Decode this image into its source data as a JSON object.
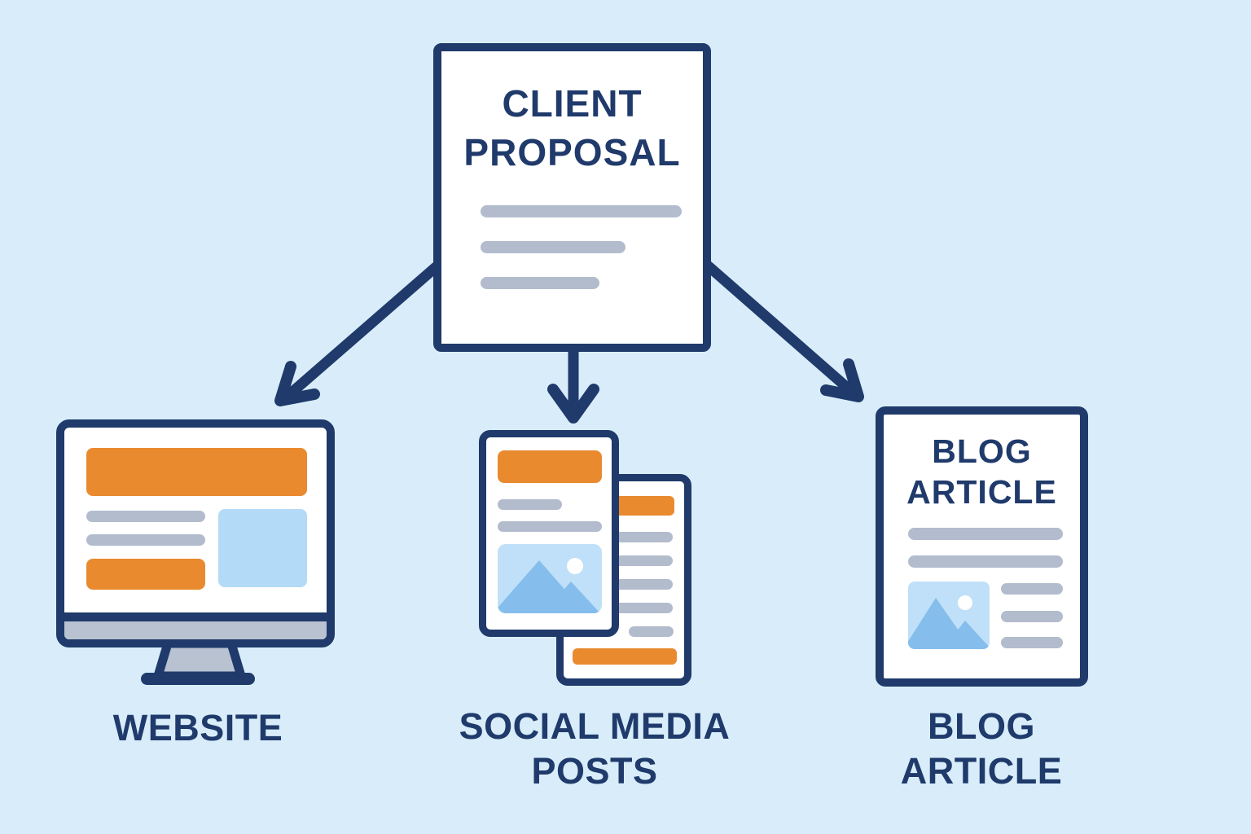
{
  "colors": {
    "bg": "#d8edf9",
    "navy": "#1f3a6b",
    "orange": "#e98a2f",
    "lineGray": "#b2bccd",
    "steel": "#b9c2d1",
    "blockBlue": "#b3daf6",
    "imageBlue": "#bfe0f8",
    "mountainBlue": "#85bdec",
    "white": "#ffffff"
  },
  "root_card": {
    "id": "client-proposal",
    "title_lines": [
      "CLIENT",
      "PROPOSAL"
    ]
  },
  "nodes": [
    {
      "id": "website",
      "label_lines": [
        "WEBSITE"
      ],
      "icon": "desktop-monitor-icon"
    },
    {
      "id": "social-media-posts",
      "label_lines": [
        "SOCIAL MEDIA",
        "POSTS"
      ],
      "icon": "stacked-post-cards-icon"
    },
    {
      "id": "blog-article",
      "label_lines": [
        "BLOG",
        "ARTICLE"
      ],
      "document_title_lines": [
        "BLOG",
        "ARTICLE"
      ],
      "icon": "blog-document-icon"
    }
  ],
  "connections": [
    {
      "from": "client-proposal",
      "to": "website"
    },
    {
      "from": "client-proposal",
      "to": "social-media-posts"
    },
    {
      "from": "client-proposal",
      "to": "blog-article"
    }
  ]
}
